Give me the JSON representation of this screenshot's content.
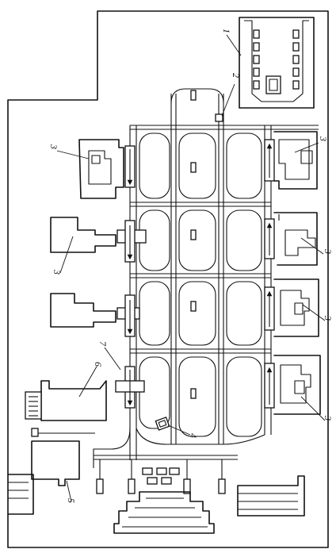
{
  "labels": {
    "n1": "1",
    "n2": "2",
    "n3": "3",
    "n4": "4",
    "n5": "5",
    "n6": "6",
    "n7": "7"
  },
  "colors": {
    "ink": "#111111",
    "paper": "#ffffff"
  }
}
